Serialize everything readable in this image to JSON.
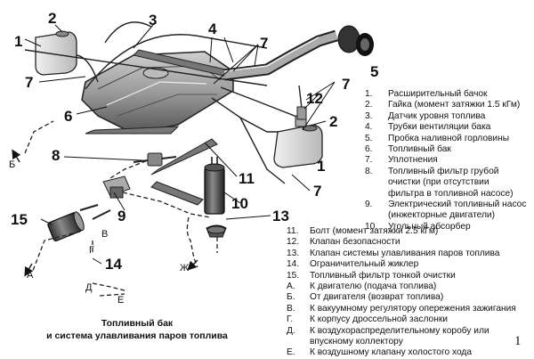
{
  "callouts": {
    "n1a": "1",
    "n2a": "2",
    "n3": "3",
    "n4": "4",
    "n5": "5",
    "n6": "6",
    "n7a": "7",
    "n7b": "7",
    "n7c": "7",
    "n7d": "7",
    "n8": "8",
    "n9": "9",
    "n10": "10",
    "n11": "11",
    "n12": "12",
    "n13": "13",
    "n14": "14",
    "n15": "15",
    "n1b": "1",
    "n2b": "2"
  },
  "arrows": {
    "b": "Б",
    "a": "А",
    "v": "В",
    "g": "Г",
    "zh": "Ж",
    "d": "Д",
    "e": "Е"
  },
  "legend_top": [
    {
      "key": "1.",
      "text": "Расширительный бачок"
    },
    {
      "key": "2.",
      "text": "Гайка (момент затяжки 1.5 кГм)"
    },
    {
      "key": "3.",
      "text": "Датчик уровня топлива"
    },
    {
      "key": "4.",
      "text": "Трубки вентиляции бака"
    },
    {
      "key": "5.",
      "text": "Пробка наливной горловины"
    },
    {
      "key": "6.",
      "text": "Топливный бак"
    },
    {
      "key": "7.",
      "text": "Уплотнения"
    },
    {
      "key": "8.",
      "text": "Топливный фильтр грубой очистки (при отсутствии фильтра в топливной насосе)"
    },
    {
      "key": "9.",
      "text": "Электрический топливный насос (инжекторные двигатели)"
    },
    {
      "key": "10.",
      "text": "Угольный абсорбер"
    }
  ],
  "legend_bottom": [
    {
      "key": "11.",
      "text": "Болт (момент затяжки 2.5 кГм)"
    },
    {
      "key": "12.",
      "text": "Клапан безопасности"
    },
    {
      "key": "13.",
      "text": "Клапан системы улавливания паров топлива"
    },
    {
      "key": "14.",
      "text": "Ограничительный жиклер"
    },
    {
      "key": "15.",
      "text": "Топливный фильтр тонкой очистки"
    },
    {
      "key": "А.",
      "text": "К двигателю (подача топлива)"
    },
    {
      "key": "Б.",
      "text": "От двигателя (возврат топлива)"
    },
    {
      "key": "В.",
      "text": "К вакуумному регулятору опережения зажигания"
    },
    {
      "key": "Г.",
      "text": "К корпусу дроссельной заслонки"
    },
    {
      "key": "Д.",
      "text": "К воздухораспределительному коробу или впускному коллектору"
    },
    {
      "key": "Е.",
      "text": "К воздушному клапану холостого хода"
    }
  ],
  "caption": {
    "line1": "Топливный бак",
    "line2": "и система улавливания паров топлива"
  },
  "page_number": "1"
}
